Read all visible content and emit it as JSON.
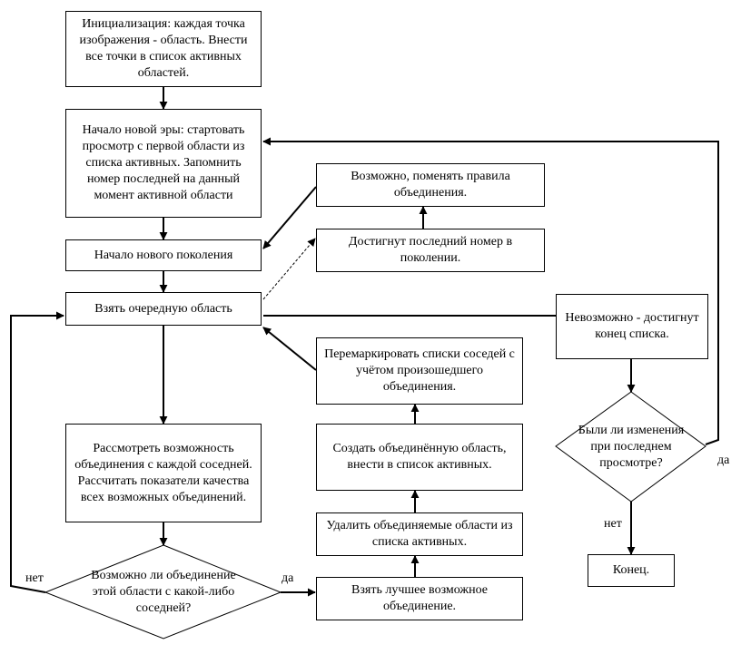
{
  "nodes": {
    "init": "Инициализация: каждая точка изображения - область. Внести все точки в список активных областей.",
    "new_era": "Начало новой эры: стартовать просмотр с первой области из списка активных. Запомнить номер последней на данный момент активной области",
    "new_generation": "Начало нового поколения",
    "take_next": "Взять очередную область",
    "consider_merge": "Рассмотреть возможность объединения с каждой соседней. Рассчитать показатели качества всех возможных объединений.",
    "change_rules": "Возможно, поменять правила объединения.",
    "last_number_reached": "Достигнут последний номер в поколении.",
    "remark_neighbors": "Перемаркировать списки соседей с учётом произошедшего объединения.",
    "create_merged": "Создать объединённую область, внести в список активных.",
    "remove_merged": "Удалить объединяемые области из списка активных.",
    "take_best": "Взять лучшее возможное объединение.",
    "end_of_list": "Невозможно - достигнут конец списка.",
    "end": "Конец."
  },
  "decisions": {
    "merge_possible": "Возможно ли объединение этой области с какой-либо соседней?",
    "changes_made": "Были ли изменения при последнем просмотре?"
  },
  "labels": {
    "no_left": "нет",
    "yes_merge": "да",
    "yes_right": "да",
    "no_end": "нет"
  },
  "colors": {
    "line": "#000000",
    "fill": "#ffffff"
  }
}
